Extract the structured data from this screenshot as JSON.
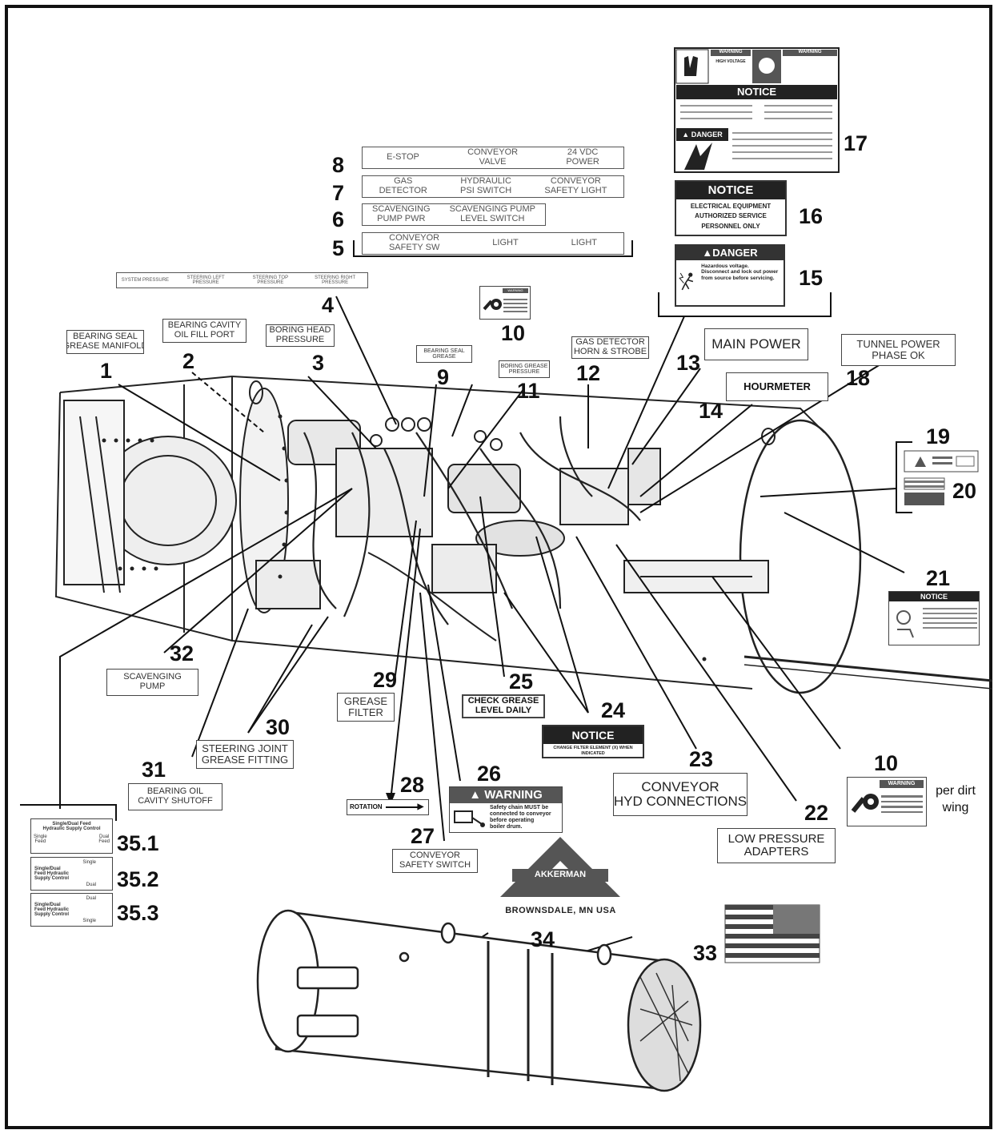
{
  "callouts": [
    "1",
    "2",
    "3",
    "4",
    "5",
    "6",
    "7",
    "8",
    "9",
    "10",
    "11",
    "12",
    "13",
    "14",
    "15",
    "16",
    "17",
    "18",
    "19",
    "20",
    "21",
    "22",
    "23",
    "24",
    "25",
    "26",
    "27",
    "28",
    "29",
    "30",
    "31",
    "32",
    "33",
    "34",
    "35.1",
    "35.2",
    "35.3"
  ],
  "labels": {
    "bearing_seal_grease_manifold": [
      "BEARING SEAL",
      "GREASE MANIFOLD"
    ],
    "bearing_cavity_oil_fill_port": [
      "BEARING CAVITY",
      "OIL FILL PORT"
    ],
    "boring_head_pressure": [
      "BORING HEAD",
      "PRESSURE"
    ],
    "bearing_seal_grease": [
      "BEARING SEAL",
      "GREASE"
    ],
    "boring_grease_pressure": [
      "BORING GREASE",
      "PRESSURE"
    ],
    "gas_detector_horn_strobe": [
      "GAS DETECTOR",
      "HORN & STROBE"
    ],
    "main_power": "MAIN POWER",
    "hourmeter": "HOURMETER",
    "tunnel_power_phase_ok": [
      "TUNNEL POWER",
      "PHASE OK"
    ],
    "scavenging_pump": [
      "SCAVENGING",
      "PUMP"
    ],
    "grease_filter": [
      "GREASE",
      "FILTER"
    ],
    "check_grease_level_daily": [
      "CHECK GREASE",
      "LEVEL DAILY"
    ],
    "steering_joint_grease_fitting": [
      "STEERING JOINT",
      "GREASE FITTING"
    ],
    "bearing_oil_cavity_shutoff": [
      "BEARING OIL",
      "CAVITY SHUTOFF"
    ],
    "conveyor_hyd_connections": [
      "CONVEYOR",
      "HYD CONNECTIONS"
    ],
    "low_pressure_adapters": [
      "LOW PRESSURE",
      "ADAPTERS"
    ],
    "conveyor_safety_switch": [
      "CONVEYOR",
      "SAFETY SWITCH"
    ],
    "rotation": "ROTATION"
  },
  "pressure_strip": [
    "SYSTEM PRESSURE",
    "STEERING LEFT PRESSURE",
    "STEERING TOP PRESSURE",
    "STEERING RIGHT PRESSURE"
  ],
  "panel_strips": {
    "strip8": [
      [
        "E-STOP"
      ],
      [
        "CONVEYOR",
        "VALVE"
      ],
      [
        "24 VDC",
        "POWER"
      ]
    ],
    "strip7": [
      [
        "GAS",
        "DETECTOR"
      ],
      [
        "HYDRAULIC",
        "PSI SWITCH"
      ],
      [
        "CONVEYOR",
        "SAFETY LIGHT"
      ]
    ],
    "strip6": [
      [
        "SCAVENGING",
        "PUMP PWR"
      ],
      [
        "SCAVENGING PUMP",
        "LEVEL SWITCH"
      ]
    ],
    "strip5": [
      [
        "CONVEYOR",
        "SAFETY SW"
      ],
      [
        "LIGHT"
      ],
      [
        "LIGHT"
      ]
    ]
  },
  "decals": {
    "notice16": {
      "header": "NOTICE",
      "lines": [
        "ELECTRICAL EQUIPMENT",
        "AUTHORIZED SERVICE",
        "PERSONNEL ONLY"
      ]
    },
    "danger15": {
      "header": "DANGER",
      "lines": [
        "Hazardous voltage.",
        "Disconnect and lock",
        "out power from source",
        "before servicing."
      ]
    },
    "decal17": {
      "top_left": "WARNING",
      "top_mid": "HIGH VOLTAGE",
      "top_right": "WARNING",
      "header": "NOTICE",
      "danger": "DANGER"
    },
    "notice24": {
      "header": "NOTICE",
      "text": "CHANGE FILTER ELEMENT (X) WHEN INDICATED"
    },
    "warning26": {
      "header": "WARNING",
      "text": [
        "Safety chain MUST be",
        "connected to conveyor",
        "before operating",
        "boiler drum."
      ]
    },
    "notice21": {
      "header": "NOTICE"
    },
    "warning10": {
      "header": "WARNING"
    }
  },
  "per_dirt_wing": [
    "per dirt",
    "wing"
  ],
  "feed_labels": [
    {
      "title": [
        "Single/Dual Feed",
        "Hydraulic Supply Control"
      ],
      "left": [
        "Single",
        "Feed"
      ],
      "right": [
        "Dual",
        "Feed"
      ]
    },
    {
      "title": [
        "Single/Dual",
        "Feed Hydraulic",
        "Supply Control"
      ],
      "left": [
        "Single"
      ],
      "right": [
        "Dual"
      ]
    },
    {
      "title": [
        "Single/Dual",
        "Feed Hydraulic",
        "Supply Control"
      ],
      "left": [
        "Dual"
      ],
      "right": [
        "Single"
      ]
    }
  ],
  "brand": {
    "name": "AKKERMAN",
    "location": "BROWNSDALE, MN USA"
  }
}
